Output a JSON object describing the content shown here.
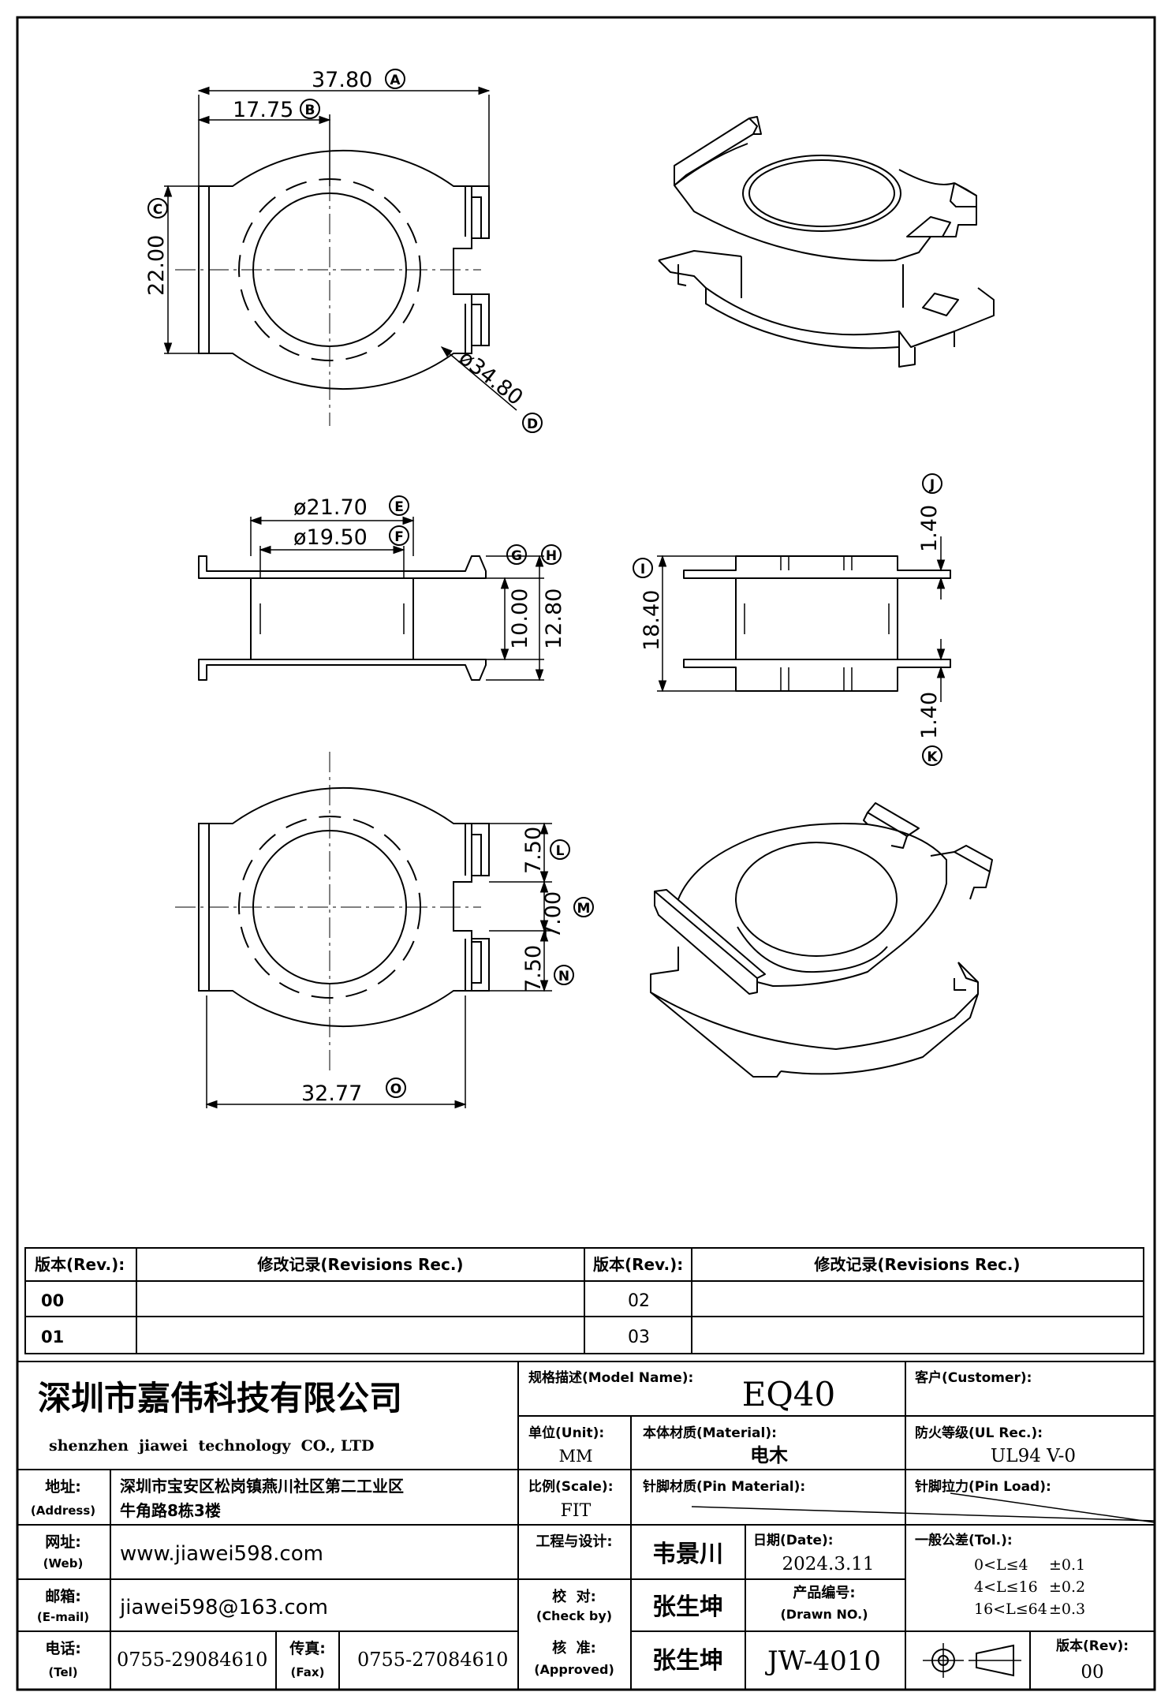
{
  "drawing": {
    "top_view": {
      "overall_width": "37.80",
      "overall_width_ref": "A",
      "center_offset": "17.75",
      "center_offset_ref": "B",
      "height": "22.00",
      "height_ref": "C",
      "outer_diameter": "ø34.80",
      "outer_diameter_ref": "D"
    },
    "side_view": {
      "flange_diameter": "ø21.70",
      "flange_diameter_ref": "E",
      "bore_diameter": "ø19.50",
      "bore_diameter_ref": "F",
      "ref_g": "G",
      "ref_h": "H",
      "winding_height": "10.00",
      "total_height": "12.80"
    },
    "front_view": {
      "total_height": "18.40",
      "total_height_ref": "I",
      "top_thickness": "1.40",
      "top_thickness_ref": "J",
      "bottom_thickness": "1.40",
      "bottom_thickness_ref": "K"
    },
    "bottom_view": {
      "slot_top": "7.50",
      "slot_top_ref": "L",
      "slot_gap": "7.00",
      "slot_gap_ref": "M",
      "slot_bottom": "7.50",
      "slot_bottom_ref": "N",
      "base_width": "32.77",
      "base_width_ref": "O"
    }
  },
  "revisions": {
    "col_rev": "版本(Rev.):",
    "col_record": "修改记录(Revisions Rec.)",
    "rows_left": [
      "00",
      "01"
    ],
    "rows_right": [
      "02",
      "03"
    ]
  },
  "title_block": {
    "company_cn": "深圳市嘉伟科技有限公司",
    "company_en": "shenzhen  jiawei  technology  CO., LTD",
    "address_label": "地址:",
    "address_label_en": "(Address)",
    "address_line1": "深圳市宝安区松岗镇燕川社区第二工业区",
    "address_line2": "牛角路8栋3楼",
    "web_label": "网址:",
    "web_label_en": "(Web)",
    "web": "www.jiawei598.com",
    "email_label": "邮箱:",
    "email_label_en": "(E-mail)",
    "email": "jiawei598@163.com",
    "tel_label": "电话:",
    "tel_label_en": "(Tel)",
    "tel": "0755-29084610",
    "fax_label": "传真:",
    "fax_label_en": "(Fax)",
    "fax": "0755-27084610",
    "model_label": "规格描述(Model Name):",
    "model": "EQ40",
    "customer_label": "客户(Customer):",
    "unit_label": "单位(Unit):",
    "unit": "MM",
    "material_label": "本体材质(Material):",
    "material": "电木",
    "ul_label": "防火等级(UL Rec.):",
    "ul": "UL94 V-0",
    "scale_label": "比例(Scale):",
    "scale": "FIT",
    "pin_material_label": "针脚材质(Pin Material):",
    "pin_load_label": "针脚拉力(Pin Load):",
    "engineer_label": "工程与设计:",
    "engineer": "韦景川",
    "date_label": "日期(Date):",
    "date": "2024.3.11",
    "tolerance_label": "一般公差(Tol.):",
    "tol_rows": [
      {
        "range": "0<L≤4",
        "value": "±0.1"
      },
      {
        "range": "4<L≤16",
        "value": "±0.2"
      },
      {
        "range": "16<L≤64",
        "value": "±0.3"
      }
    ],
    "check_label": "校  对:",
    "check_label_en": "(Check by)",
    "checker": "张生坤",
    "drawing_no_label": "产品编号:",
    "drawing_no_label_en": "(Drawn NO.)",
    "approve_label": "核  准:",
    "approve_label_en": "(Approved)",
    "approver": "张生坤",
    "drawing_no": "JW-4010",
    "rev_label": "版本(Rev):",
    "rev": "00"
  }
}
